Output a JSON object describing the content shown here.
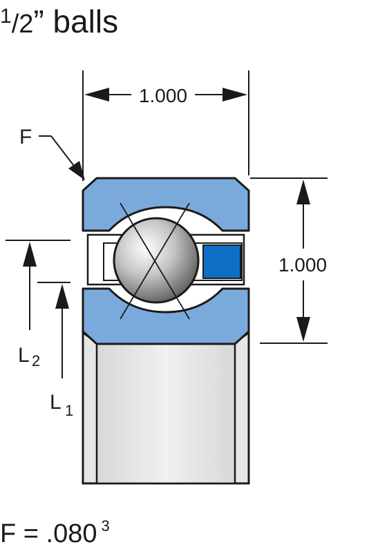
{
  "title": {
    "numerator": "1",
    "slash": "/",
    "denominator": "2",
    "rest": "” balls"
  },
  "dimensions": {
    "width_label": "1.000",
    "height_label": "1.000"
  },
  "labels": {
    "chamfer": "F",
    "l2_letter": "L",
    "l2_sub": "2",
    "l1_letter": "L",
    "l1_sub": "1"
  },
  "footer": {
    "formula": "F = .080",
    "superscript": "3"
  },
  "colors": {
    "ring": "#7aaadc",
    "seal": "#0f6fc4",
    "shaft": "#e3e3e3",
    "outline": "#1a1a1a"
  }
}
